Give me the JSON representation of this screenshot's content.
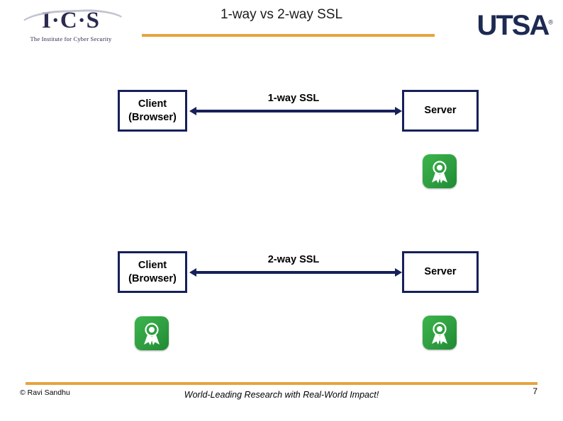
{
  "header": {
    "title": "1-way vs 2-way SSL",
    "ics_logo": {
      "mark": "I·C·S",
      "subtitle": "The Institute for Cyber Security"
    },
    "utsa_logo": {
      "text": "UTSA",
      "registered": "®"
    },
    "rule_color": "#e8a33d"
  },
  "diagram": {
    "accent_color": "#16205a",
    "rows": [
      {
        "client_line1": "Client",
        "client_line2": "(Browser)",
        "arrow_label": "1-way SSL",
        "server": "Server"
      },
      {
        "client_line1": "Client",
        "client_line2": "(Browser)",
        "arrow_label": "2-way SSL",
        "server": "Server"
      }
    ],
    "certificates": [
      {
        "name": "server-certificate-1"
      },
      {
        "name": "client-certificate-2"
      },
      {
        "name": "server-certificate-2"
      }
    ]
  },
  "footer": {
    "copyright": "© Ravi Sandhu",
    "tagline": "World-Leading Research with Real-World Impact!",
    "page_number": "7"
  }
}
